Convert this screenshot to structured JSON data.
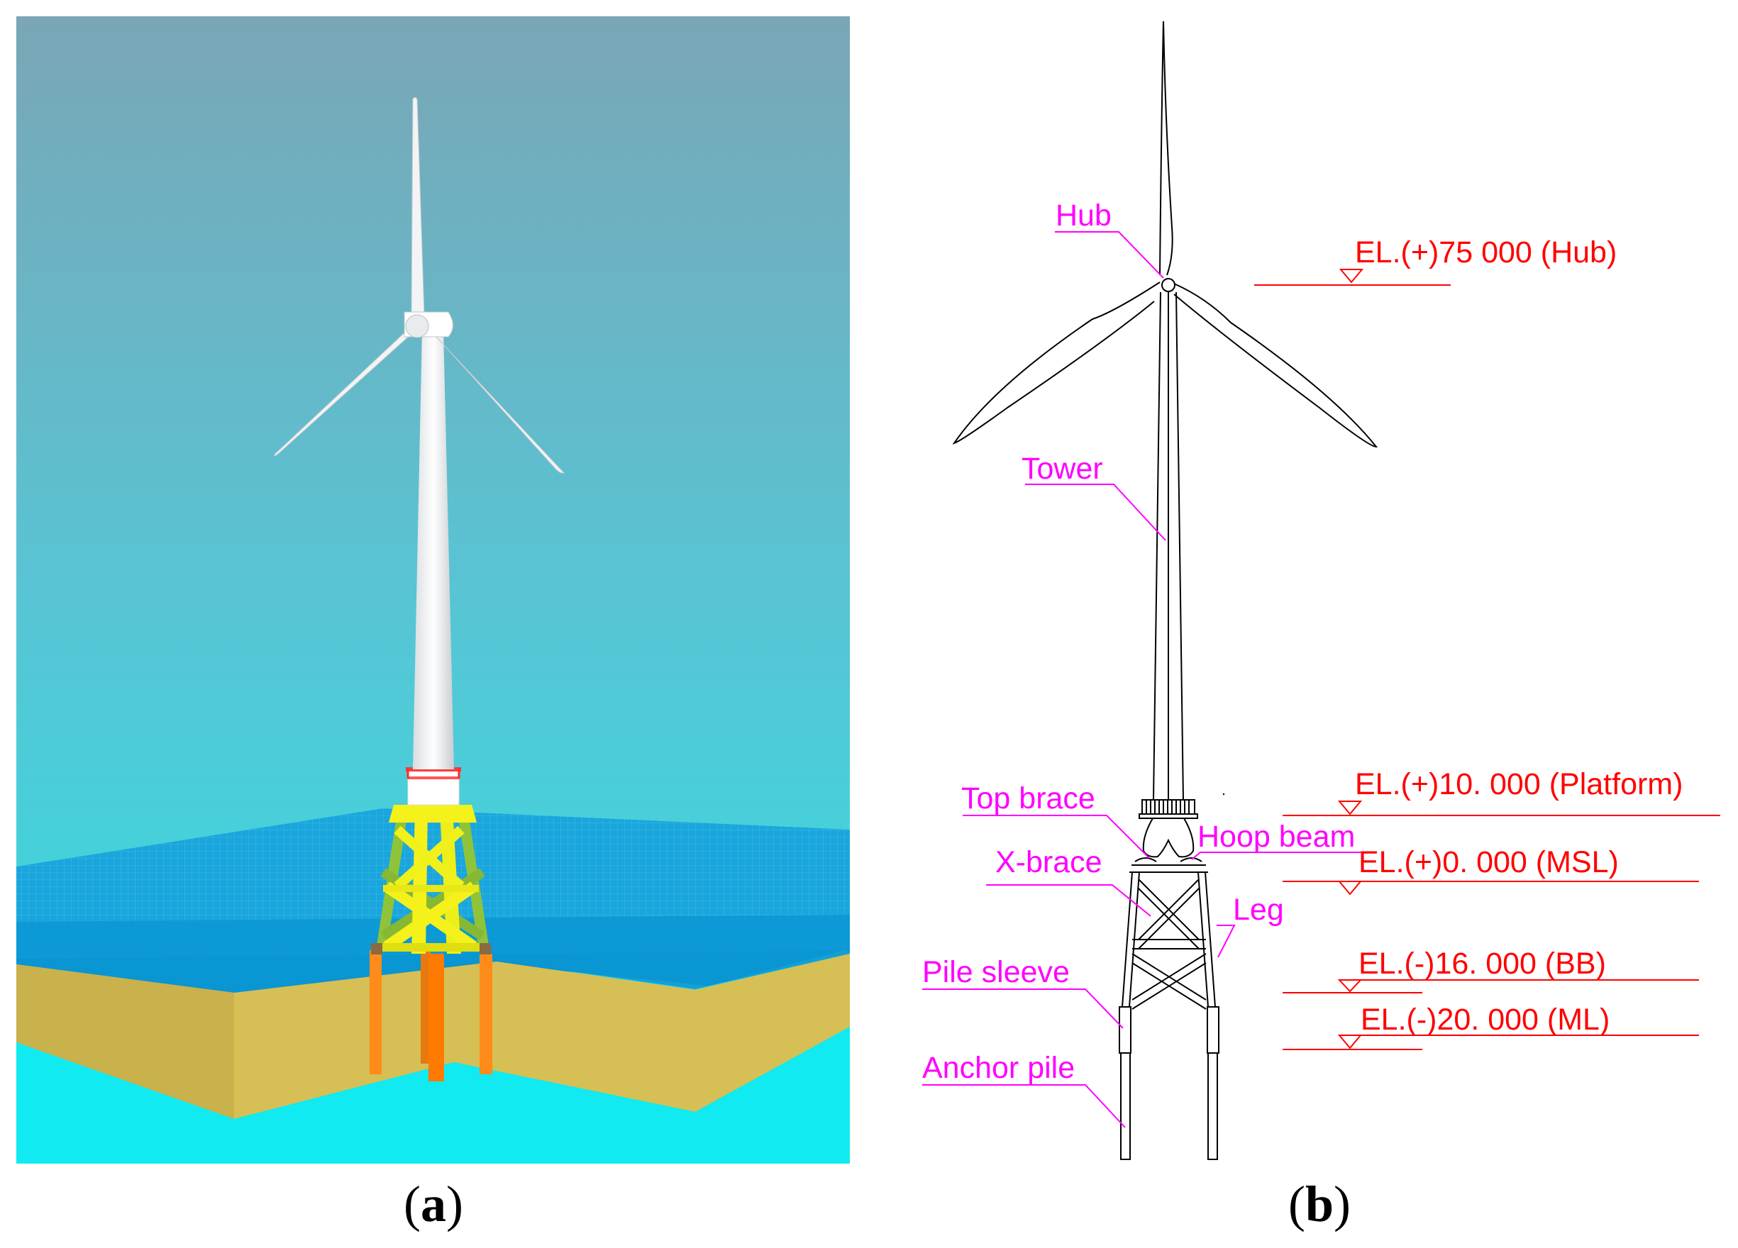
{
  "panels": {
    "a": {
      "open": "(",
      "letter": "a",
      "close": ")"
    },
    "b": {
      "open": "(",
      "letter": "b",
      "close": ")"
    }
  },
  "callouts": {
    "hub": "Hub",
    "tower": "Tower",
    "top_brace": "Top brace",
    "hoop_beam": "Hoop beam",
    "x_brace": "X-brace",
    "leg": "Leg",
    "pile_sleeve": "Pile sleeve",
    "anchor_pile": "Anchor pile"
  },
  "elevations": {
    "hub": "EL.(+)75 000 (Hub)",
    "platform": "EL.(+)10. 000 (Platform)",
    "msl": "EL.(+)0. 000 (MSL)",
    "bb": "EL.(-)16. 000 (BB)",
    "ml": "EL.(-)20. 000 (ML)"
  },
  "colors": {
    "callout": "#ff00ff",
    "elevation": "#ff0000",
    "jacket": "#f0f020",
    "pile": "#ff8c1a",
    "seabed": "#d6bf55",
    "sea": "#0fb0e0"
  }
}
